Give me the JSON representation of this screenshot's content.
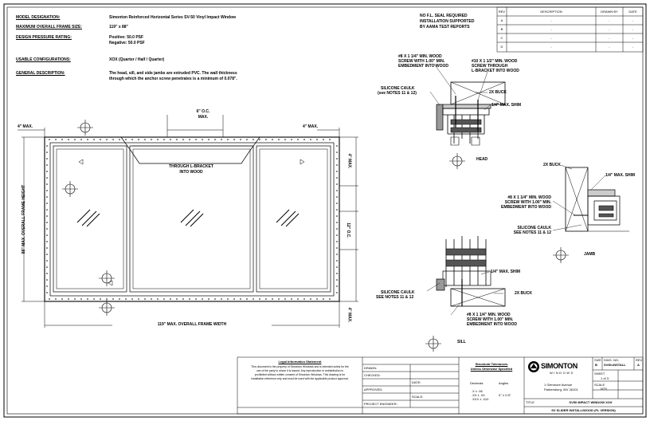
{
  "header": {
    "rows": [
      {
        "label": "MODEL DESIGNATION:",
        "value": "Simonton Reinforced Horizontal Series SV-50 Vinyl Impact Window"
      },
      {
        "label": "MAXIMUM OVERALL FRAME SIZE:",
        "value": "119\" x 88\""
      },
      {
        "label": "DESIGN PRESSURE RATING:",
        "value": "Positive: 50.0 PSF",
        "value2": "Negative: 50.0 PSF"
      },
      {
        "label": "USABLE CONFIGURATIONS:",
        "value": "XOX  (Quarter / Half / Quarter)"
      },
      {
        "label": "GENERAL DESCRIPTION:",
        "value": "The head, sill, and side jambs are extruded PVC. The wall thickness",
        "value2": "through which the anchor screw penetrates is a minimum of 0.078\"."
      }
    ],
    "note": [
      "NO F.L. SEAL REQUIRED",
      "INSTALLATION SUPPORTED",
      "BY AAMA TEST REPORTS"
    ]
  },
  "revision_table": {
    "headers": [
      "REV",
      "DESCRIPTION",
      "DRAWN BY",
      "DATE"
    ],
    "rows": [
      [
        "A",
        "-",
        "-",
        "-"
      ],
      [
        "B",
        "-",
        "-",
        "-"
      ],
      [
        "C",
        "-",
        "-",
        "-"
      ],
      [
        "D",
        "-",
        "-",
        "-"
      ]
    ]
  },
  "elevation": {
    "dim_top_left": "4\" MAX.",
    "dim_top_right": "4\" MAX.",
    "dim_spacing": [
      "6\" O.C.",
      "MAX."
    ],
    "dim_right_top": "4\" MAX.",
    "dim_right_mid": "12\" O.C.",
    "dim_right_bot": "4\" MAX.",
    "dim_height": "88\" MAX. OVERALL FRAME HEIGHT",
    "dim_width": "119\" MAX. OVERALL FRAME WIDTH",
    "bracket_note": [
      "THROUGH L-BRACKET",
      "INTO WOOD"
    ]
  },
  "head_detail": {
    "title": "HEAD",
    "note_screw1": [
      "#8 X 1 1/4\" MIN. WOOD",
      "SCREW WITH 1.00\" MIN.",
      "EMBEDMENT INTO WOOD"
    ],
    "note_screw2": [
      "#10 X 1 1/2\" MIN. WOOD",
      "SCREW THROUGH",
      "L-BRACKET INTO WOOD"
    ],
    "note_caulk": [
      "SILICONE CAULK",
      "(see NOTES 11 & 12)"
    ],
    "note_buck": "2X BUCK",
    "note_shim": "1/4\" MAX. SHIM"
  },
  "jamb_detail": {
    "title": "JAMB",
    "note_buck": "2X BUCK",
    "note_shim": "1/4\" MAX. SHIM",
    "note_screw": [
      "#8 X 1 1/4\" MIN. WOOD",
      "SCREW WITH 1.00\" MIN.",
      "EMBEDMENT INTO WOOD"
    ],
    "note_caulk": [
      "SILICONE CAULK",
      "SEE NOTES 11 & 12"
    ]
  },
  "sill_detail": {
    "title": "SILL",
    "note_shim": "1/4\" MAX. SHIM",
    "note_caulk": [
      "SILICONE CAULK",
      "SEE NOTES 11 & 12"
    ],
    "note_buck": "2X BUCK",
    "note_screw": [
      "#8 X 1 1/4\" MIN. WOOD",
      "SCREW WITH 1.00\" MIN.",
      "EMBEDMENT INTO WOOD"
    ]
  },
  "title_block": {
    "legal_title": "Legal Information Statement",
    "legal_text": [
      "This document is the property of Simonton Windows and is intended solely for the",
      "use of the party to whom it is issued. Any reproduction or redistribution is",
      "prohibited without written consent of Simonton Windows. This drawing is for",
      "installation reference only and must be used with the applicable product approval."
    ],
    "fields": {
      "drawn": "DRAWN:",
      "checked": "CHECKED:",
      "approved": "APPROVED:",
      "project": "PROJECT ENGINEER:",
      "date": "DATE:",
      "scale": "SCALE:"
    },
    "engineer": [
      "Structural Tolerances",
      "Unless Otherwise Specified"
    ],
    "tol_decimals": "Decimals",
    "tol_angles": "Angles",
    "tol_vals": [
      ".X ± .06",
      ".XX ± .03",
      ".XXX ± .010",
      "0° ± 0.5°"
    ],
    "company": "SIMONTON",
    "company_sub": "WINDOWS",
    "address": [
      "1 Glenmore Avenue",
      "Parkersburg, WV 26101"
    ],
    "size_label": "SIZE",
    "size": "B",
    "dwg_label": "DWG. NO.",
    "dwg": "SV50-INSTALL",
    "rev_label": "REV",
    "rev": "A",
    "sheet_label": "SHEET",
    "sheet": "1 of 3",
    "scale_label": "SCALE",
    "scale": "NTS",
    "title_label": "TITLE",
    "title": "SV50 IMPACT WINDOW XOX",
    "subtitle": "SV SLIDER INSTALL/WOOD (FL VERSION)"
  }
}
